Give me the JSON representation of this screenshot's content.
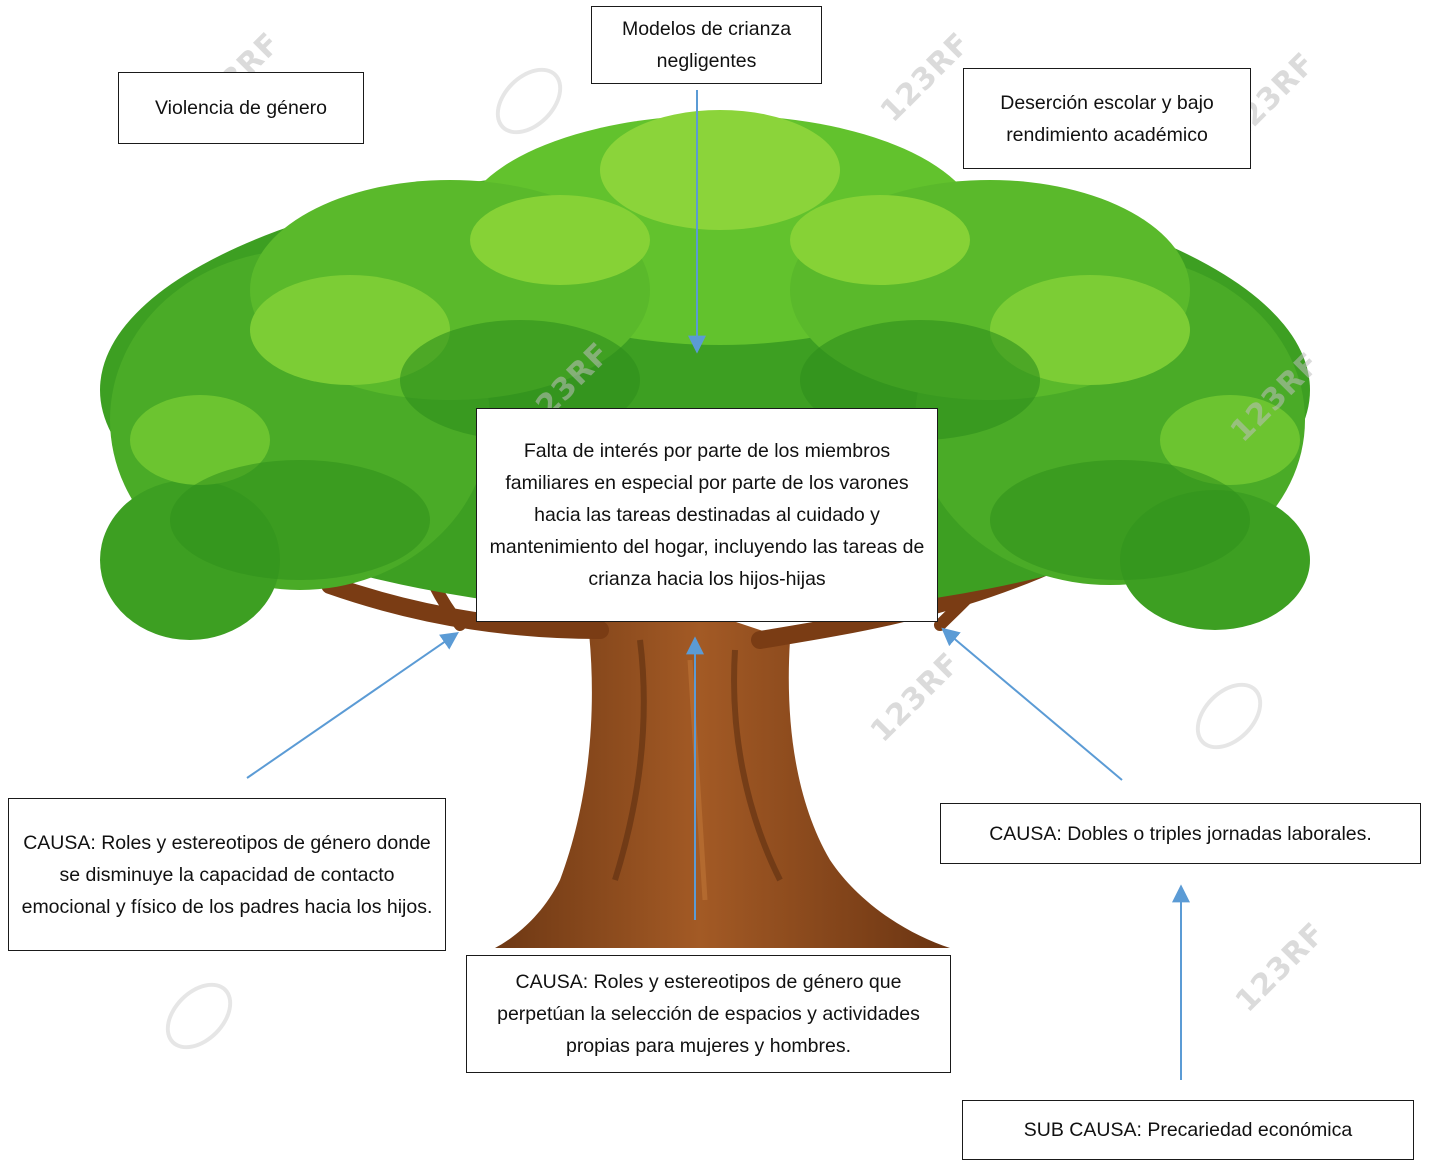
{
  "boxes": {
    "gender_violence": "Violencia de género",
    "negligent_parenting": "Modelos de crianza negligentes",
    "school_dropout": "Deserción escolar y bajo rendimiento académico",
    "central_problem": "Falta de interés por parte de los miembros familiares en especial por parte de los varones hacia las tareas destinadas al cuidado y mantenimiento del hogar, incluyendo las tareas de crianza hacia los hijos-hijas",
    "cause_emotional_contact": "CAUSA: Roles y estereotipos de género donde se disminuye la capacidad de contacto emocional y físico de los padres hacia los hijos.",
    "cause_double_shifts": "CAUSA: Dobles o triples jornadas laborales.",
    "cause_spaces_activities": "CAUSA: Roles y estereotipos de género que perpetúan la selección de espacios y actividades propias para mujeres y hombres.",
    "subcause_economic": "SUB CAUSA: Precariedad económica"
  },
  "watermark": "123RF",
  "colors": {
    "arrow": "#5b9bd5",
    "foliage_dark": "#2e8b1e",
    "foliage_mid": "#4fb82a",
    "foliage_light": "#8fd83a",
    "trunk": "#8b4a1e",
    "trunk_dark": "#5e2e10"
  }
}
